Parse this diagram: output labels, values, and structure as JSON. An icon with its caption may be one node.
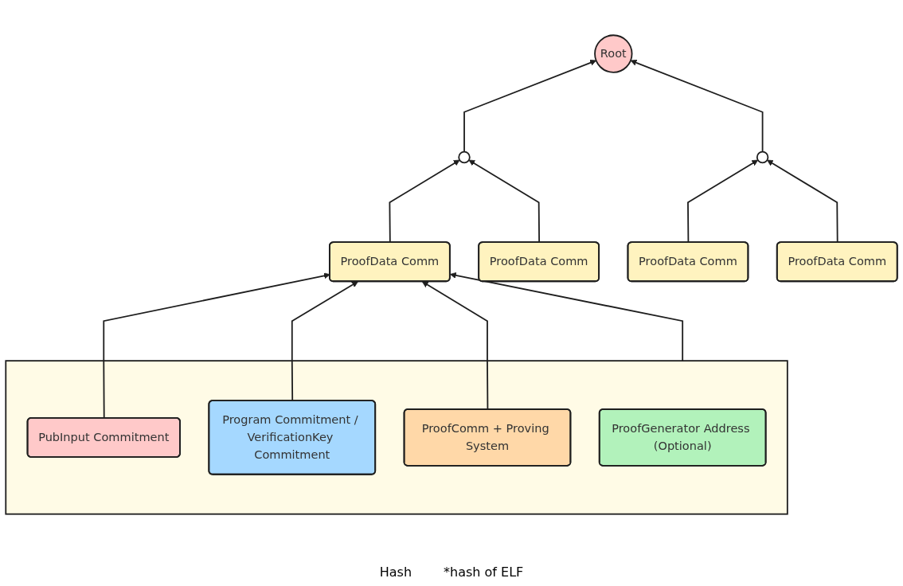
{
  "diagram": {
    "nodes": [
      {
        "text": [
          "Root"
        ]
      },
      {
        "text": [],
        "shape": "circle"
      },
      {
        "text": [],
        "shape": "circle"
      },
      {
        "text": [
          "ProofData Comm"
        ]
      },
      {
        "text": [
          "ProofData Comm"
        ]
      },
      {
        "text": [
          "ProofData Comm"
        ]
      },
      {
        "text": [
          "ProofData Comm"
        ]
      },
      {
        "text": [],
        "shape": "box"
      },
      {
        "text": [
          "PubInput Commitment"
        ],
        "in": 7
      },
      {
        "text": [
          "Program Commitment / VerificationKey Commitment"
        ],
        "in": 7
      },
      {
        "text": [
          "ProofGenerator Address (Optional)"
        ],
        "in": 7
      },
      {
        "text": [
          "ProofComm + Proving System"
        ],
        "in": 7
      }
    ],
    "edges": [
      {
        "from": 1,
        "to": 0,
        "arrow": "to"
      },
      {
        "from": 2,
        "to": 0,
        "arrow": "to"
      },
      {
        "from": 3,
        "to": 1,
        "arrow": "to"
      },
      {
        "from": 4,
        "to": 1,
        "arrow": "to"
      },
      {
        "from": 5,
        "to": 2,
        "arrow": "to"
      },
      {
        "from": 6,
        "to": 2,
        "arrow": "to"
      },
      {
        "from": 8,
        "to": 3,
        "arrow": "to"
      },
      {
        "from": 9,
        "to": 3,
        "arrow": "to"
      },
      {
        "from": 7,
        "to": 3,
        "arrow": "to"
      },
      {
        "from": 11,
        "to": 3,
        "arrow": "to"
      }
    ],
    "labels": [
      "Hash",
      "*hash of ELF"
    ]
  }
}
